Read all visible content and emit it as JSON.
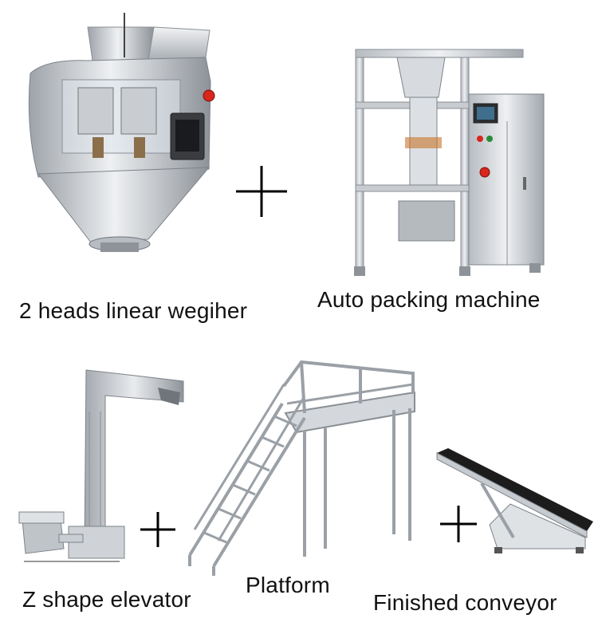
{
  "labels": {
    "weigher": "2 heads linear wegiher",
    "packing": "Auto packing machine",
    "elevator": "Z shape elevator",
    "platform": "Platform",
    "conveyor": "Finished conveyor"
  },
  "icons": {
    "plus": "plus-icon"
  },
  "colors": {
    "steel_light": "#e3e5e8",
    "steel_mid": "#b9bec4",
    "steel_dark": "#7d838a",
    "panel_black": "#222428",
    "belt_black": "#1c1c1c",
    "stop_red": "#d8261c",
    "accent_orange": "#c9742a"
  }
}
